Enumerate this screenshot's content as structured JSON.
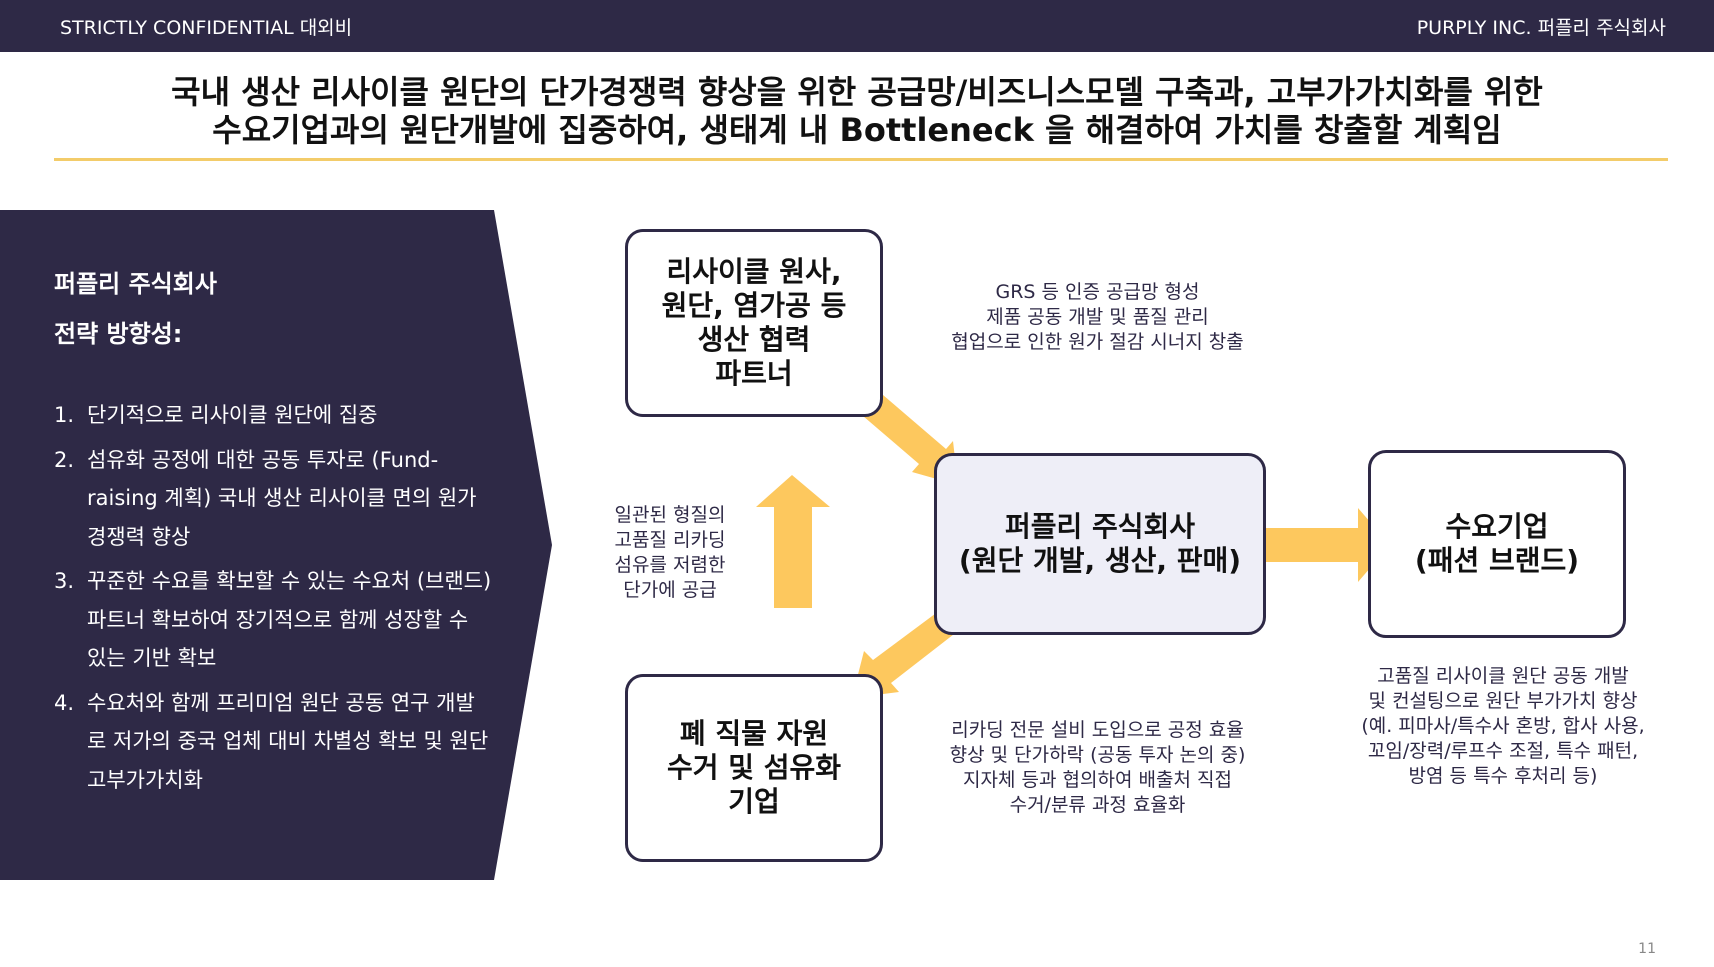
{
  "header": {
    "left_label": "STRICTLY CONFIDENTIAL 대외비",
    "right_label": "PURPLY INC. 퍼플리 주식회사"
  },
  "title": {
    "line1": "국내 생산 리사이클 원단의 단가경쟁력 향상을 위한 공급망/비즈니스모델 구축과, 고부가가치화를 위한",
    "line2": "수요기업과의 원단개발에 집중하여, 생태계 내 Bottleneck 을 해결하여 가치를 창출할 계획임"
  },
  "panel": {
    "heading1": "퍼플리 주식회사",
    "heading2": "전략 방향성:",
    "items": [
      {
        "num": "1.",
        "text": "단기적으로 리사이클 원단에 집중"
      },
      {
        "num": "2.",
        "text": "섬유화 공정에 대한 공동 투자로 (Fund-raising 계획) 국내 생산 리사이클 면의 원가 경쟁력 향상"
      },
      {
        "num": "3.",
        "text": "꾸준한 수요를 확보할 수 있는 수요처 (브랜드) 파트너 확보하여 장기적으로 함께 성장할 수 있는 기반 확보"
      },
      {
        "num": "4.",
        "text": "수요처와 함께 프리미엄 원단 공동 연구 개발로 저가의 중국 업체 대비 차별성 확보 및 원단 고부가가치화"
      }
    ]
  },
  "diagram": {
    "partner_box": [
      "리사이클 원사,",
      "원단, 염가공 등",
      "생산 협력",
      "파트너"
    ],
    "center_box": [
      "퍼플리 주식회사",
      "(원단 개발, 생산, 판매)"
    ],
    "demand_box": [
      "수요기업",
      "(패션 브랜드)"
    ],
    "collector_box": [
      "폐 직물 자원",
      "수거 및 섬유화",
      "기업"
    ],
    "note_partner": [
      "GRS 등 인증 공급망 형성",
      "제품 공동 개발 및 품질 관리",
      "협업으로 인한 원가 절감 시너지 창출"
    ],
    "note_supply": [
      "일관된 형질의",
      "고품질 리카딩",
      "섬유를 저렴한",
      "단가에 공급"
    ],
    "note_collector": [
      "리카딩 전문 설비 도입으로 공정 효율",
      "향상 및 단가하락 (공동 투자 논의 중)",
      "지자체 등과 협의하여 배출처 직접",
      "수거/분류 과정 효율화"
    ],
    "note_demand": [
      "고품질 리사이클 원단 공동 개발",
      "및 컨설팅으로 원단 부가가치 향상",
      "(예. 피마사/특수사 혼방, 합사 사용,",
      "꼬임/장력/루프수 조절, 특수 패턴,",
      "방염 등 특수 후처리 등)"
    ]
  },
  "page_number": "11",
  "colors": {
    "navy": "#2e2946",
    "gold": "#f3cc6a",
    "arrow": "#fdc85e",
    "center_fill": "#eeeef7"
  }
}
